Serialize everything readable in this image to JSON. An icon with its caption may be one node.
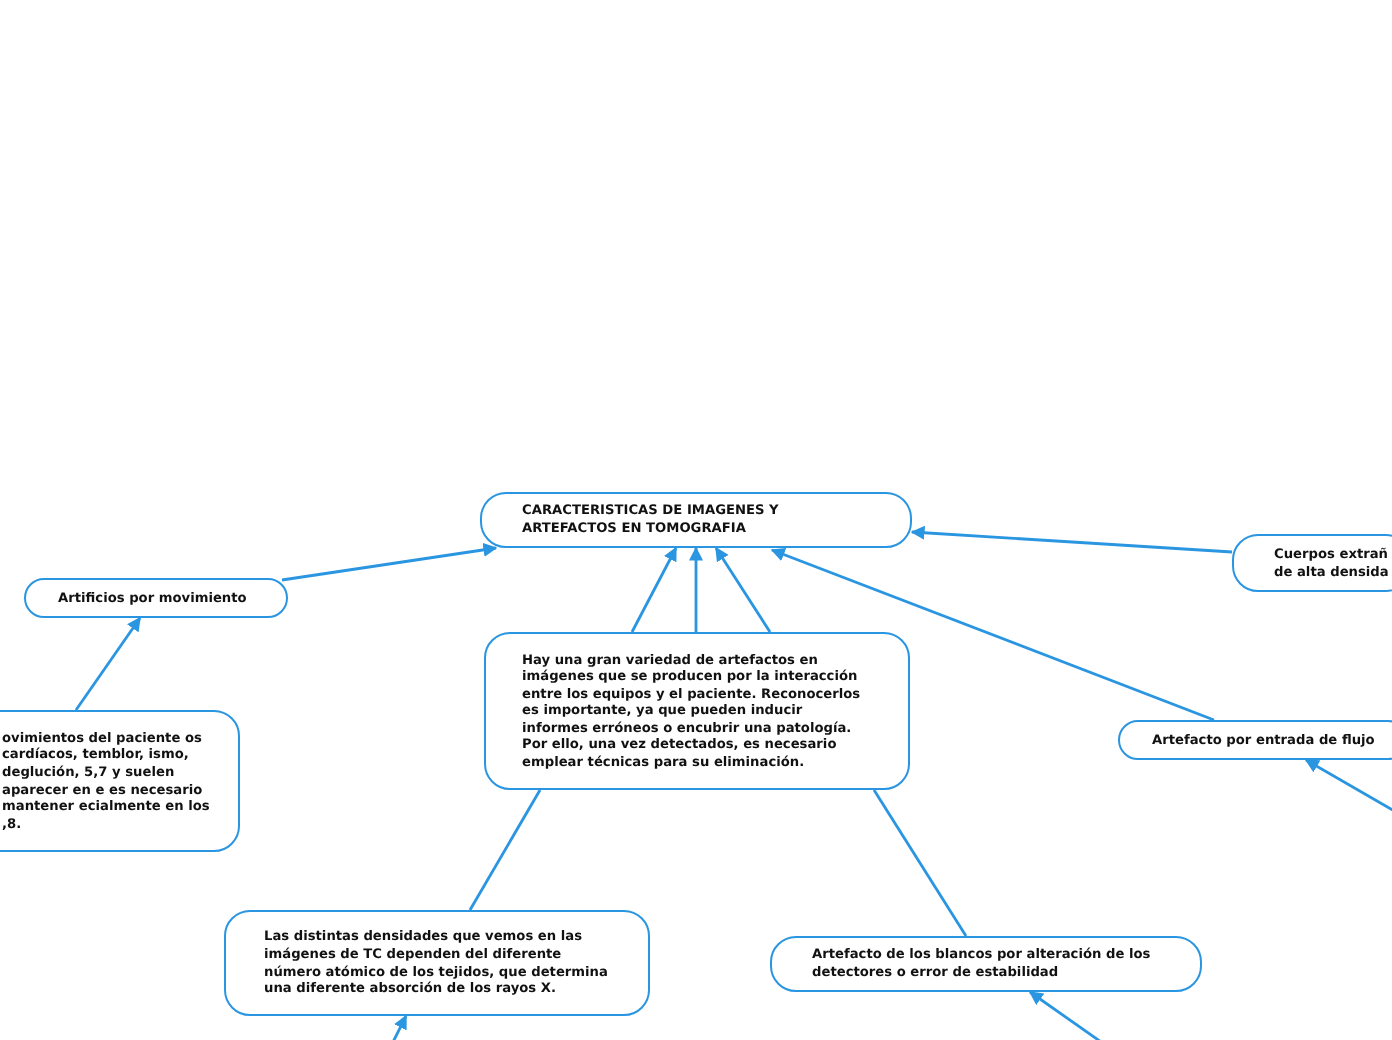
{
  "diagram": {
    "nodes": [
      {
        "text": [
          "CARACTERISTICAS DE IMAGENES Y ARTEFACTOS EN TOMOGRAFIA"
        ]
      },
      {
        "text": [
          "Artificios por movimiento"
        ]
      },
      {
        "text": [
          "ovimientos del paciente os cardíacos, temblor, ismo, deglución, 5,7 y suelen aparecer en e es necesario mantener ecialmente en los ,8."
        ]
      },
      {
        "text": [
          "Hay una gran variedad de artefactos en imágenes que se producen por la interacción entre los equipos y el paciente. Reconocerlos es importante, ya que pueden inducir informes erróneos o encubrir una patología. Por ello, una vez detectados, es necesario emplear técnicas para su eliminación."
        ]
      },
      {
        "text": [
          "Cuerpos extrañ de alta densida"
        ]
      },
      {
        "text": [
          "Artefacto por entrada de flujo"
        ]
      },
      {
        "text": [
          "Las distintas densidades que vemos en las imágenes de TC dependen del diferente número atómico de los tejidos, que determina una diferente absorción de los rayos X."
        ]
      },
      {
        "text": [
          "Artefacto de los blancos por alteración de los detectores o error de estabilidad"
        ]
      }
    ],
    "edges": [
      {
        "from": 1,
        "to": 0,
        "arrow": "to"
      },
      {
        "from": 2,
        "to": 1,
        "arrow": "to"
      },
      {
        "from": 3,
        "to": 0,
        "arrow": "to"
      },
      {
        "from": 3,
        "to": 0,
        "arrow": "to"
      },
      {
        "from": 3,
        "to": 0,
        "arrow": "to"
      },
      {
        "from": 3,
        "to": 6,
        "arrow": "none"
      },
      {
        "from": 3,
        "to": 7,
        "arrow": "none"
      },
      {
        "from": 4,
        "to": 0,
        "arrow": "to"
      },
      {
        "from": 5,
        "to": 0,
        "arrow": "to"
      },
      {
        "from": null,
        "to": 6,
        "arrow": "to"
      },
      {
        "from": null,
        "to": 7,
        "arrow": "to"
      },
      {
        "from": null,
        "to": 5,
        "arrow": "to"
      }
    ]
  }
}
